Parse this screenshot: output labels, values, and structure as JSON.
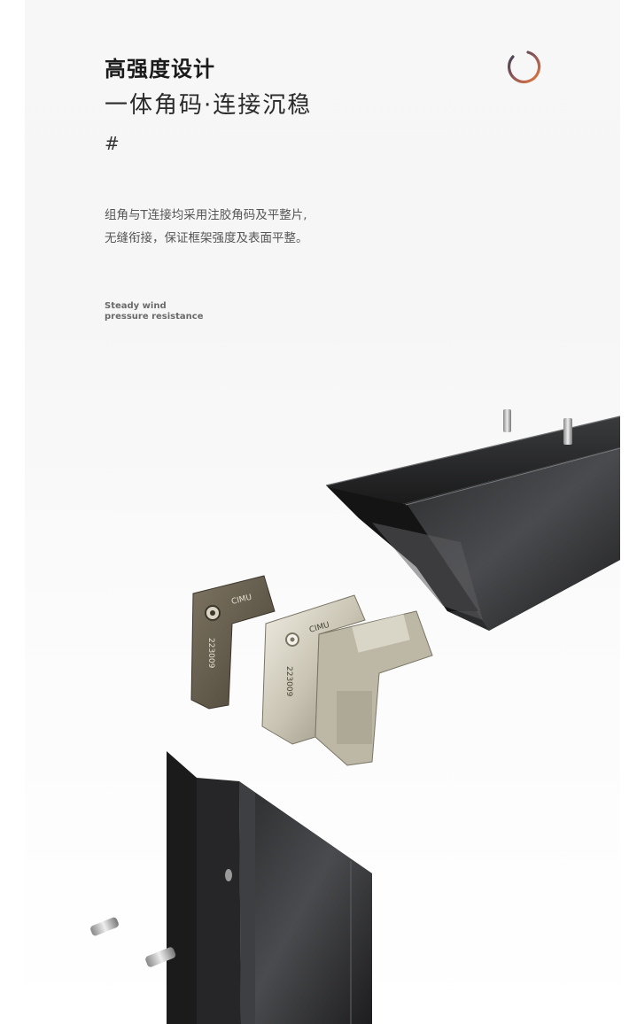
{
  "title": "高强度设计",
  "subtitle": "一体角码·连接沉稳",
  "hash_mark": "#",
  "description": {
    "line1": "组角与T连接均采用注胶角码及平整片,",
    "line2": "无缝衔接，保证框架强度及表面平整。"
  },
  "tagline": {
    "line1": "Steady wind",
    "line2": "pressure resistance"
  },
  "product": {
    "corner_stamp": "CIMU",
    "plate_stamp": "223009"
  },
  "colors": {
    "ring_orange": "#e8793a",
    "ring_dark": "#3c3f55",
    "profile_black": "#1e1e1f",
    "bracket_silver": "#cfcbbe",
    "plate_bronze": "#5e5647"
  }
}
